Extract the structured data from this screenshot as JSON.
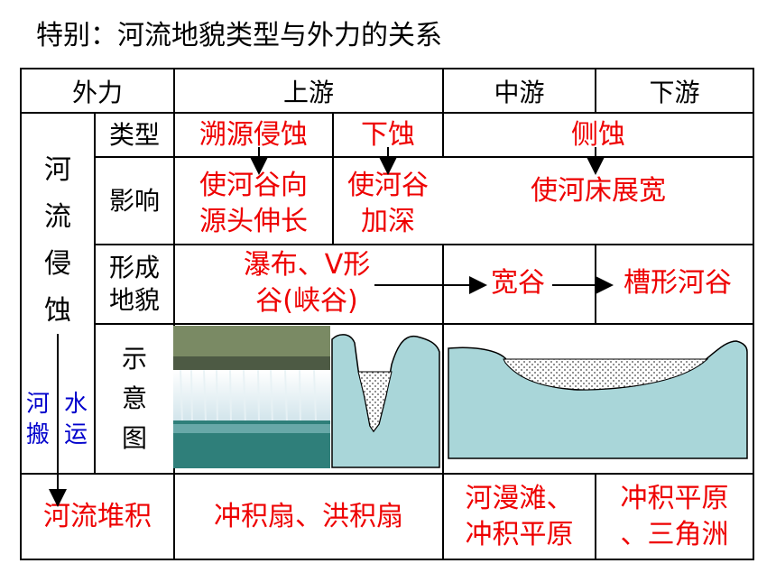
{
  "title": "特别：河流地貌类型与外力的关系",
  "header": {
    "corner": "外力",
    "upper": "上游",
    "middle": "中游",
    "lower": "下游"
  },
  "side": {
    "erosion": [
      "河",
      "流",
      "侵",
      "蚀"
    ],
    "transport": [
      "河",
      "搬",
      "水",
      "运"
    ],
    "deposition": "河流堆积"
  },
  "rows": {
    "type": {
      "label": "类型",
      "upper_a": "溯源侵蚀",
      "upper_b": "下蚀",
      "mid_low": "侧蚀"
    },
    "effect": {
      "label": "影响",
      "upper_a": [
        "使河谷向",
        "源头伸长"
      ],
      "upper_b": [
        "使河谷",
        "加深"
      ],
      "mid_low": "使河床展宽"
    },
    "landform": {
      "label": [
        "形成",
        "地貌"
      ],
      "upper": [
        "瀑布、V形",
        "谷(峡谷)"
      ],
      "middle": "宽谷",
      "lower": "槽形河谷"
    },
    "diagram": {
      "label": [
        "示",
        "意",
        "图"
      ]
    },
    "deposit": {
      "upper": "冲积扇、洪积扇",
      "middle": [
        "河漫滩、",
        "冲积平原"
      ],
      "lower": [
        "冲积平原",
        "、三角洲"
      ]
    }
  },
  "colors": {
    "red": "#ee0000",
    "blue": "#0000cc",
    "water": "#a9d6d9"
  }
}
